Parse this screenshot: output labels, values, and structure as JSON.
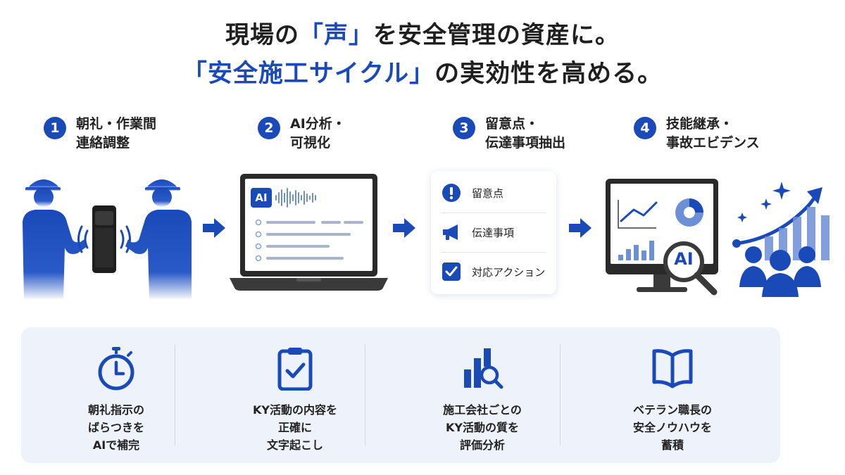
{
  "headline": {
    "line1_pre": "現場の",
    "line1_emph": "「声」",
    "line1_post": "を安全管理の資産に。",
    "line2_emph": "「安全施工サイクル」",
    "line2_post": "の実効性を高める。"
  },
  "steps": [
    {
      "number": "1",
      "lines": [
        "朝礼・作業間",
        "連絡調整"
      ]
    },
    {
      "number": "2",
      "lines": [
        "AI分析・",
        "可視化"
      ]
    },
    {
      "number": "3",
      "lines": [
        "留意点・",
        "伝達事項抽出"
      ]
    },
    {
      "number": "4",
      "lines": [
        "技能継承・",
        "事故エビデンス"
      ]
    }
  ],
  "laptop": {
    "badge": "AI"
  },
  "card": {
    "items": [
      "留意点",
      "伝達事項",
      "対応アクション"
    ]
  },
  "monitor": {
    "badge": "AI"
  },
  "benefits": [
    {
      "icon": "stopwatch-icon",
      "lines": [
        "朝礼指示の",
        "ばらつきを",
        "AIで補完"
      ]
    },
    {
      "icon": "clipboard-check-icon",
      "lines": [
        "KY活動の内容を",
        "正確に",
        "文字起こし"
      ]
    },
    {
      "icon": "bar-chart-search-icon",
      "lines": [
        "施工会社ごとの",
        "KY活動の質を",
        "評価分析"
      ]
    },
    {
      "icon": "open-book-icon",
      "lines": [
        "ベテラン職長の",
        "安全ノウハウを",
        "蓄積"
      ]
    }
  ],
  "colors": {
    "accent": "#1a49b8",
    "panel": "#eef2fa",
    "device": "#2a2a2a"
  }
}
